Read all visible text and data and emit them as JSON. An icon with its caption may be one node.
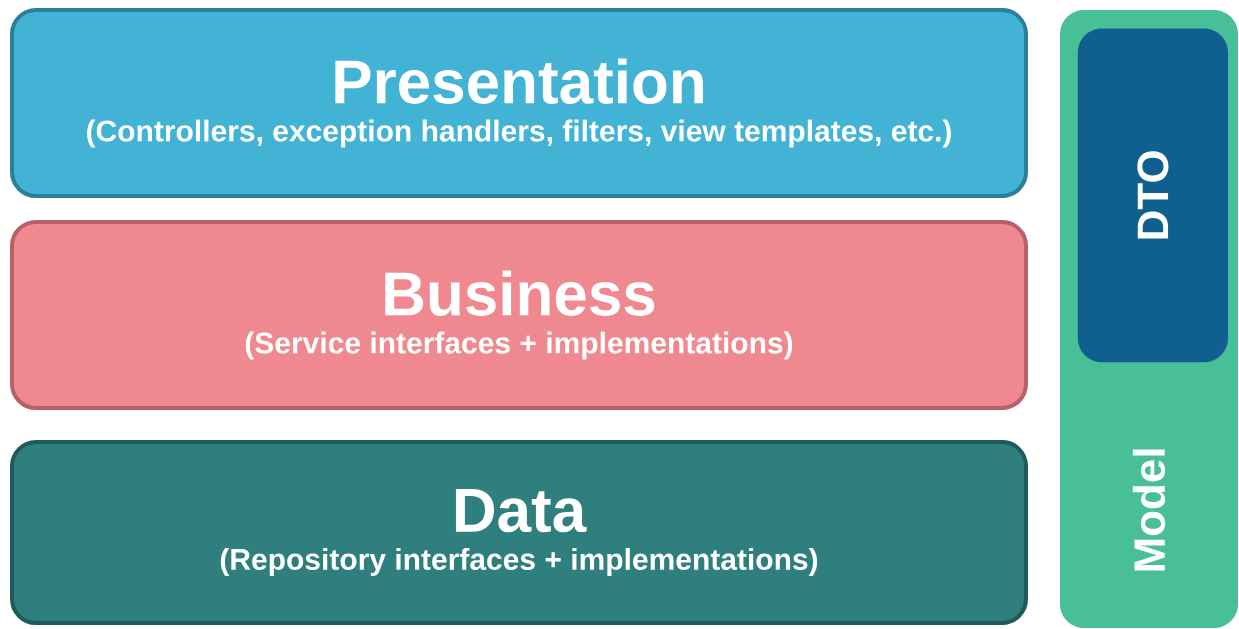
{
  "diagram": {
    "nodes": [
      {
        "text": [
          "Presentation",
          "(Controllers, exception handlers, filters, view templates, etc.)"
        ]
      },
      {
        "text": [
          "Business",
          "(Service interfaces + implementations)"
        ]
      },
      {
        "text": [
          "Data",
          "(Repository interfaces + implementations)"
        ]
      },
      {
        "text": [
          "Model"
        ]
      },
      {
        "text": [
          "DTO"
        ],
        "in": 3
      }
    ]
  }
}
